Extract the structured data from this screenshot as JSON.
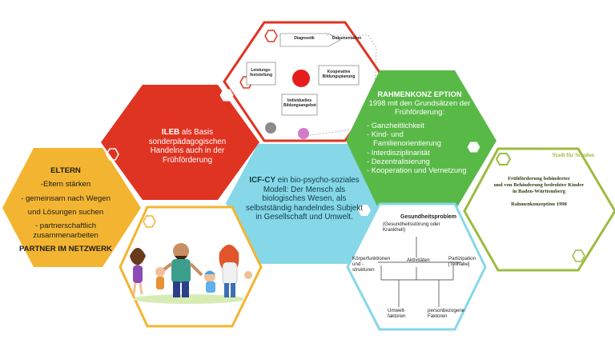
{
  "colors": {
    "eltern": "#f3b531",
    "ileb": "#e03422",
    "icf": "#86d7e8",
    "rahmen": "#59b947",
    "doc_border": "#9dbb40",
    "top_border": "#e03422",
    "bottom_left_border": "#f3b531",
    "bottom_right_border": "#86d7e8"
  },
  "eltern": {
    "title": "ELTERN",
    "lines": [
      "-Eltern stärken",
      "- gemeinsam nach Wegen",
      "und Lösungen suchen",
      "- partnerschaftlich",
      "zusammenarbeiten"
    ],
    "footer": "PARTNER IM NETZWERK"
  },
  "ileb": {
    "title": "ILEB",
    "text": "als Basis sonderpädagogischen Handelns auch in der Frühförderung"
  },
  "icf": {
    "title": "ICF-CY",
    "text": "ein bio-psycho-soziales Modell: Der Mensch als biologisches Wesen, als selbstständig handelndes Subjekt in Gesellschaft und Umwelt."
  },
  "rahmen": {
    "title": "RAHMENKONZ EPTION",
    "subtitle": "1998 mit den Grundsätzen der Frühförderung:",
    "items": [
      "- Ganzheitlichkeit",
      "- Kind- und Familienorientierung",
      "- Interdisziplinarität",
      "- Dezentralisierung",
      "- Kooperation und Vernetzung"
    ]
  },
  "top_diagram": {
    "labels": [
      "Diagnostik",
      "Dokumentation",
      "Leistungs-feststellung",
      "Kooperative Bildungsplanung",
      "Individuelles Bildungsangebot"
    ]
  },
  "icf_model": {
    "title": "Gesundheitsproblem",
    "subtitle": "(Gesundheitsstörung oder Krankheit)",
    "left": "Körperfunktionen und -strukturen",
    "center": "Aktivitäten",
    "right": "Partizipation [Teilhabe]",
    "bottom_left": "Umwelt-faktoren",
    "bottom_right": "personbezogene Faktoren"
  },
  "document": {
    "header": "Stadt für Schulen",
    "title_lines": [
      "Frühförderung behinderter",
      "und von Behinderung bedrohter Kinder",
      "in Baden-Württemberg"
    ],
    "subtitle": "Rahmenkonzeption 1998"
  },
  "illustration": {
    "description_icon": "family-holding-hands"
  }
}
